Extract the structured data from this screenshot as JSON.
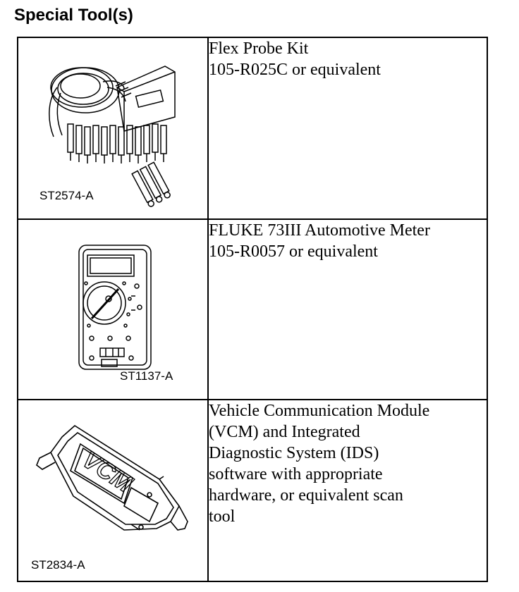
{
  "page": {
    "title": "Special Tool(s)"
  },
  "tools": [
    {
      "figure_code": "ST2574-A",
      "description": [
        "Flex Probe Kit",
        "105-R025C or equivalent"
      ]
    },
    {
      "figure_code": "ST1137-A",
      "description": [
        "FLUKE 73III Automotive Meter",
        "105-R0057 or equivalent"
      ]
    },
    {
      "figure_code": "ST2834-A",
      "description": [
        "Vehicle Communication Module",
        "(VCM) and Integrated",
        "Diagnostic System (IDS)",
        "software with appropriate",
        "hardware, or equivalent scan",
        "tool"
      ],
      "illustration_text": "VCM"
    }
  ]
}
